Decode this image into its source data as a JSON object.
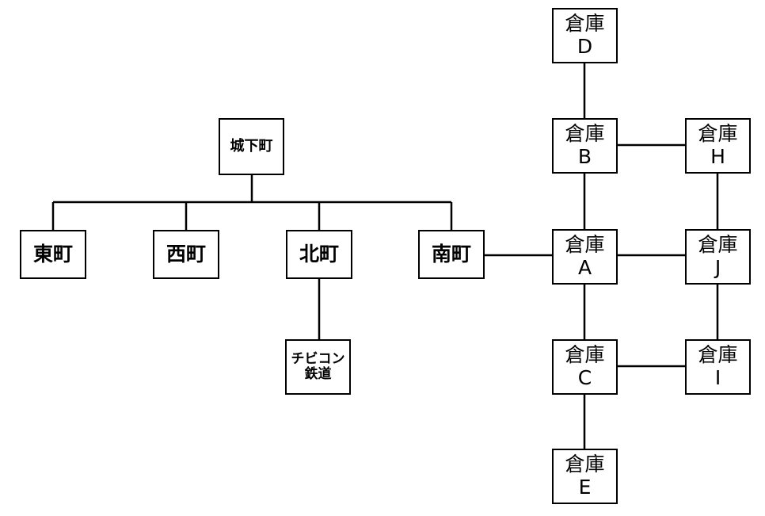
{
  "diagram": {
    "castle_town": "城下町",
    "towns": {
      "east": "東町",
      "west": "西町",
      "north": "北町",
      "south": "南町"
    },
    "railway": {
      "line1": "チビコン",
      "line2": "鉄道"
    },
    "warehouse_word": "倉庫",
    "warehouses": {
      "a": "A",
      "b": "B",
      "c": "C",
      "d": "D",
      "e": "E",
      "h": "H",
      "i": "I",
      "j": "J"
    }
  }
}
